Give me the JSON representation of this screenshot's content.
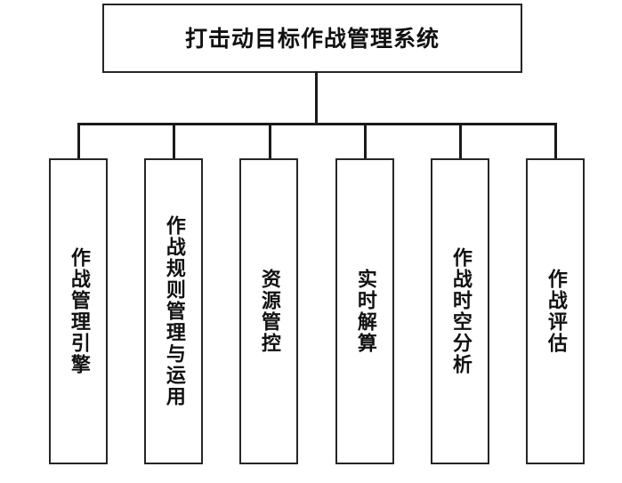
{
  "diagram": {
    "type": "hierarchy-tree",
    "orientation": "top-down",
    "levels": 2,
    "colors": {
      "background": "#ffffff",
      "box_border": "#262626",
      "box_fill": "#ffffff",
      "connector": "#1a1a1a",
      "text": "#111111"
    },
    "root": {
      "label": "打击动目标作战管理系统",
      "text_direction": "horizontal"
    },
    "children": [
      {
        "label": "作战管理引擎",
        "text_direction": "vertical"
      },
      {
        "label": "作战规则管理与运用",
        "text_direction": "vertical"
      },
      {
        "label": "资源管控",
        "text_direction": "vertical"
      },
      {
        "label": "实时解算",
        "text_direction": "vertical"
      },
      {
        "label": "作战时空分析",
        "text_direction": "vertical"
      },
      {
        "label": "作战评估",
        "text_direction": "vertical"
      }
    ]
  }
}
